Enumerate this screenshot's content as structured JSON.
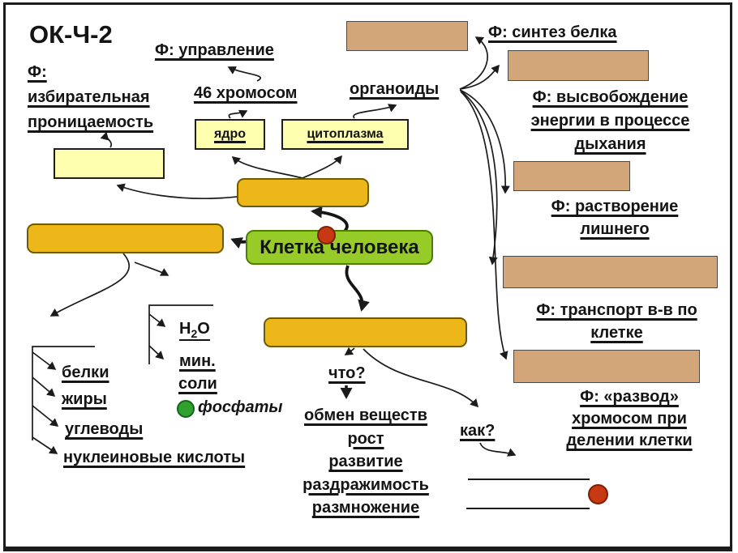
{
  "header": {
    "code": "ОК-Ч-2"
  },
  "membrane_function": {
    "line1": "Ф:",
    "line2": "избирательная",
    "line3": "проницаемость"
  },
  "nucleus": {
    "box_label": "ядро",
    "chromosomes": "46 хромосом",
    "function": "Ф: управление"
  },
  "cytoplasm": {
    "box_label": "цитоплазма",
    "organoids": "органоиды"
  },
  "cell": {
    "label": "Клетка человека"
  },
  "organoid_functions": {
    "synthesis": "Ф: синтез белка",
    "energy": [
      "Ф: высвобождение",
      "энергии в процессе",
      "дыхания"
    ],
    "dissolve": [
      "Ф: растворение",
      "лишнего"
    ],
    "transport": [
      "Ф: транспорт в-в по",
      "клетке"
    ],
    "division": [
      "Ф: «развод»",
      "хромосом при",
      "делении клетки"
    ]
  },
  "composition": {
    "organics": [
      "белки",
      "жиры",
      "углеводы",
      "нуклеиновые кислоты"
    ],
    "water": {
      "symbol": "H",
      "subscript": "2",
      "oxygen": "O"
    },
    "minerals": [
      "мин.",
      "соли"
    ],
    "phosphates": "фосфаты"
  },
  "properties": {
    "question_what": "что?",
    "list": [
      "обмен веществ",
      "рост",
      "развитие",
      "раздражимость",
      "размножение"
    ],
    "question_how": "как?"
  },
  "colors": {
    "pale_box": "#FFFFB0",
    "gold_box": "#EDB71A",
    "tan_box": "#D2A679",
    "green_box": "#97CB28",
    "red_dot": "#C63913",
    "green_dot": "#2EA12E"
  }
}
